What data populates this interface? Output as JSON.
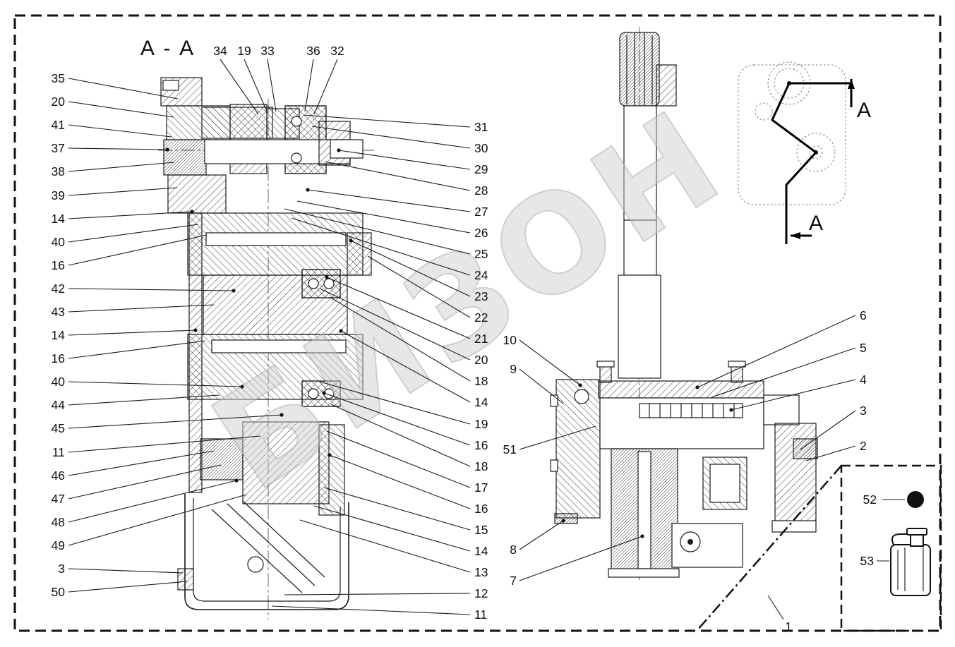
{
  "page": {
    "section_title": "A - A",
    "watermark": "БИЗОН"
  },
  "colors": {
    "line": "#1a1a1a",
    "watermark": "#cdcdcd"
  },
  "left_view": {
    "top_labels": [
      "34",
      "19",
      "33",
      "36",
      "32"
    ],
    "left_labels": [
      "35",
      "20",
      "41",
      "37",
      "38",
      "39",
      "14",
      "40",
      "16",
      "42",
      "43",
      "14",
      "16",
      "40",
      "44",
      "45",
      "11",
      "46",
      "47",
      "48",
      "49",
      "3",
      "50"
    ],
    "right_labels": [
      "31",
      "30",
      "29",
      "28",
      "27",
      "26",
      "25",
      "24",
      "23",
      "22",
      "21",
      "20",
      "18",
      "14",
      "19",
      "16",
      "18",
      "17",
      "16",
      "15",
      "14",
      "13",
      "12",
      "11"
    ]
  },
  "right_view": {
    "left_labels": [
      "10",
      "9",
      "51",
      "8",
      "7"
    ],
    "right_labels": [
      "6",
      "5",
      "4",
      "3",
      "2"
    ],
    "bottom_label": "1"
  },
  "section_view": {
    "arrow_label_top": "A",
    "arrow_label_bottom": "A"
  },
  "legend": {
    "items": [
      {
        "number": "52",
        "icon": "filled-circle-icon"
      },
      {
        "number": "53",
        "icon": "oil-canister-icon"
      }
    ]
  }
}
